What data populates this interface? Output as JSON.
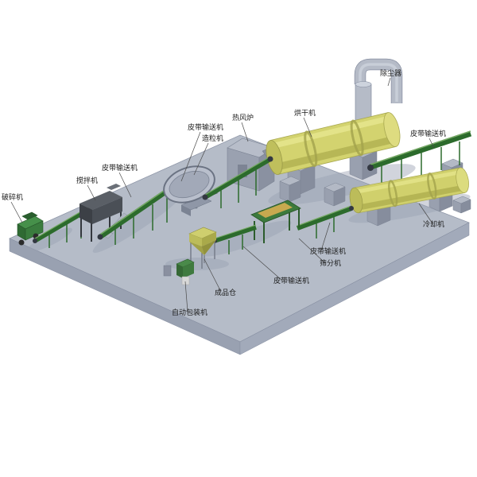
{
  "scene": {
    "background": "#ffffff",
    "platform_top_color": "#b5bcc8",
    "platform_side_color": "#99a1b1",
    "dryer_color": "#d3d36f",
    "cooler_color": "#d0d06c",
    "conveyor_color": "#2c6b2c",
    "machine_green": "#3c7a3c",
    "steel_gray": "#b5bbc7"
  },
  "labels": {
    "crusher": "破碎机",
    "mixer": "搅拌机",
    "belt_conveyor": "皮带输送机",
    "granulator": "造粒机",
    "hot_air_furnace": "热风炉",
    "dryer": "烘干机",
    "dust_collector": "除尘器",
    "cooler": "冷却机",
    "screener": "筛分机",
    "product_silo": "成品仓",
    "packing_machine": "自动包装机"
  }
}
